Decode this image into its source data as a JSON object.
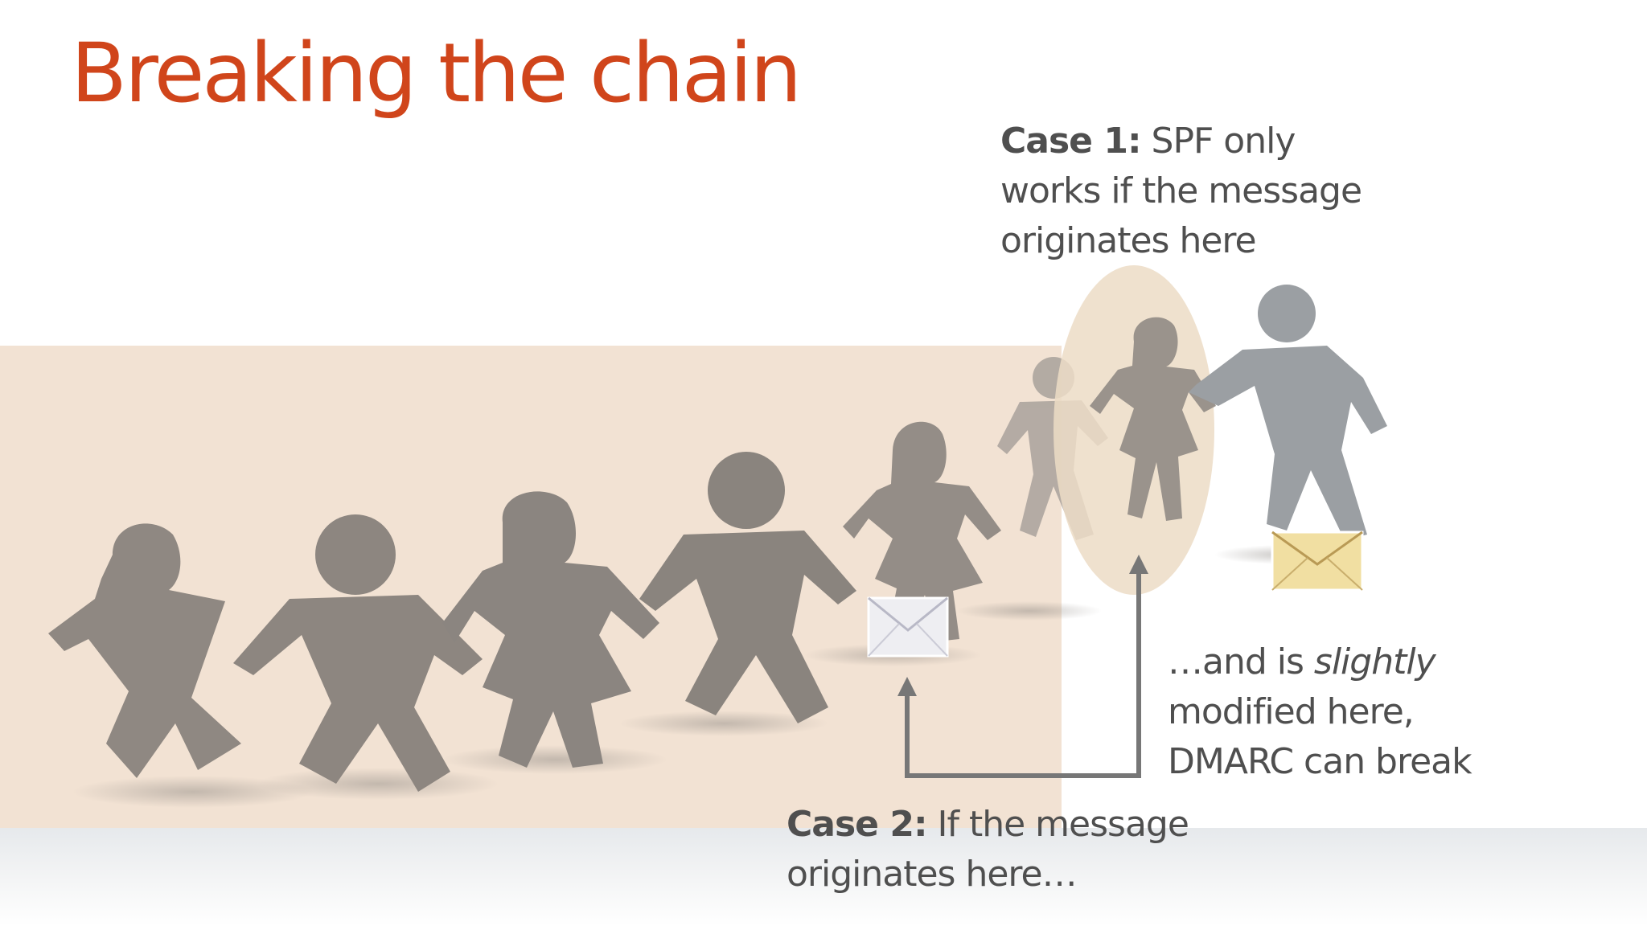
{
  "slide": {
    "title": "Breaking the chain",
    "callouts": {
      "case1": {
        "label": "Case 1:",
        "text_line1": " SPF only",
        "text_line2": "works if the message",
        "text_line3": "originates here"
      },
      "modified": {
        "prefix": "…and is ",
        "emphasis": "slightly",
        "line2": "modified here,",
        "line3": "DMARC can break"
      },
      "case2": {
        "label": "Case 2:",
        "text_line1": " If the message",
        "text_line2": "originates here…"
      }
    }
  },
  "colors": {
    "title": "#d0451b",
    "text": "#4f4f4f",
    "band": "#f1dfcf",
    "figure": "#8d8781",
    "arrow": "#777777",
    "highlight": "#ecdcc6",
    "envelope_gold": "#f1dfa2",
    "envelope_white": "#eeeef2"
  },
  "icons": [
    "paper-chain-people-image",
    "envelope-icon",
    "arrow-up-icon"
  ]
}
